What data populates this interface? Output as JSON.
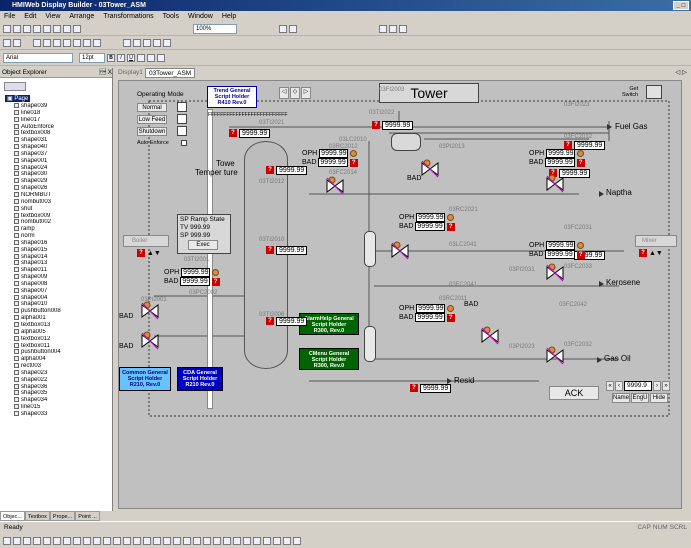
{
  "window": {
    "title": "HMIWeb Display Builder - 03Tower_ASM"
  },
  "menu": [
    "File",
    "Edit",
    "View",
    "Arrange",
    "Transformations",
    "Tools",
    "Window",
    "Help"
  ],
  "toolbar": {
    "zoom": "100%",
    "font": "Arial",
    "size": "12pt"
  },
  "explorer": {
    "title": "Object Explorer",
    "pin": "\u0001 X",
    "root": "Page",
    "items": [
      "shape039",
      "line018",
      "line017",
      "AutoEnforce",
      "textbox008",
      "shape031",
      "shape040",
      "shape037",
      "shape001",
      "shape024",
      "shape030",
      "shape029",
      "shape026",
      "NORMBUT",
      "nombut003",
      "shut",
      "textbox009",
      "nombut002",
      "ramp",
      "norm",
      "shape016",
      "shape015",
      "shape014",
      "shape013",
      "shape011",
      "shape009",
      "shape008",
      "shape007",
      "shape004",
      "shape010",
      "pushbutton008",
      "alpha001",
      "textbox013",
      "alpha005",
      "textbox012",
      "textbox011",
      "pushbutton004",
      "alpha004",
      "rect003",
      "shape023",
      "shape022",
      "shape036",
      "shape035",
      "shape034",
      "line015",
      "shape033"
    ],
    "tabs": [
      "Objec...",
      "Textbox",
      "Prope...",
      "Point ..."
    ]
  },
  "doc_tabs": [
    "Display1",
    "03Tower_ASM"
  ],
  "status": {
    "left": "Ready",
    "right": [
      "CAP",
      "NUM",
      "SCRL"
    ]
  },
  "display": {
    "title": "Tower",
    "operating_mode": {
      "label": "Operating Mode",
      "buttons": [
        "Normal",
        "Low Feed",
        "Shutdown"
      ],
      "auto_enforce": "Auto Enforce"
    },
    "trend_holder": {
      "line1": "Trend General",
      "line2": "Script Holder",
      "line3": "R410 Rev.0"
    },
    "tower_temp": {
      "line1": "Towe",
      "line2": "Temper ture"
    },
    "sp_ramp": {
      "title": "SP Ramp State",
      "tv": "TV  999.99",
      "sp": "SP  999.99",
      "exec": "Exec"
    },
    "common_holder": {
      "line1": "Common General",
      "line2": "Script Holder",
      "line3": "R210, Rev.0"
    },
    "cda_holder": {
      "line1": "CDA General",
      "line2": "Script Holder",
      "line3": "R210 Rev.0"
    },
    "alarm_holder": {
      "line1": "AlarmHelp General",
      "line2": "Script Holder",
      "line3": "R300, Rev.0"
    },
    "cmenu_holder": {
      "line1": "CMenu General",
      "line2": "Script Holder",
      "line3": "R300, Rev.0"
    },
    "boiler_label": "Boiler",
    "mixer_label": "Mixer",
    "get_switch": {
      "get": "Get",
      "switch": "Switch"
    },
    "products": [
      "Fuel Gas",
      "Naptha",
      "Kerosene",
      "Gas Oil",
      "Resid"
    ],
    "ack": "ACK",
    "nav": {
      "value": "9999.9",
      "name": "Name",
      "engu": "EngU",
      "hide": "Hide"
    },
    "tags": [
      "03TI2021",
      "03TI2022",
      "03FI2023",
      "03LC2010",
      "03PI2013",
      "03FC2012",
      "03TI2012",
      "03FC2014",
      "03RC2021",
      "03FC2031",
      "03TI2010",
      "03LC2041",
      "03PI2031",
      "03FC2033",
      "03FC2041",
      "03FC2042",
      "03TI2006",
      "03RC2011",
      "03PI2023",
      "03FC2032",
      "03RC2012",
      "03TI2001",
      "03PI2001",
      "03PC2002",
      "03FI2003"
    ],
    "value": "9999.99",
    "oph": "OPH",
    "bad": "BAD"
  }
}
